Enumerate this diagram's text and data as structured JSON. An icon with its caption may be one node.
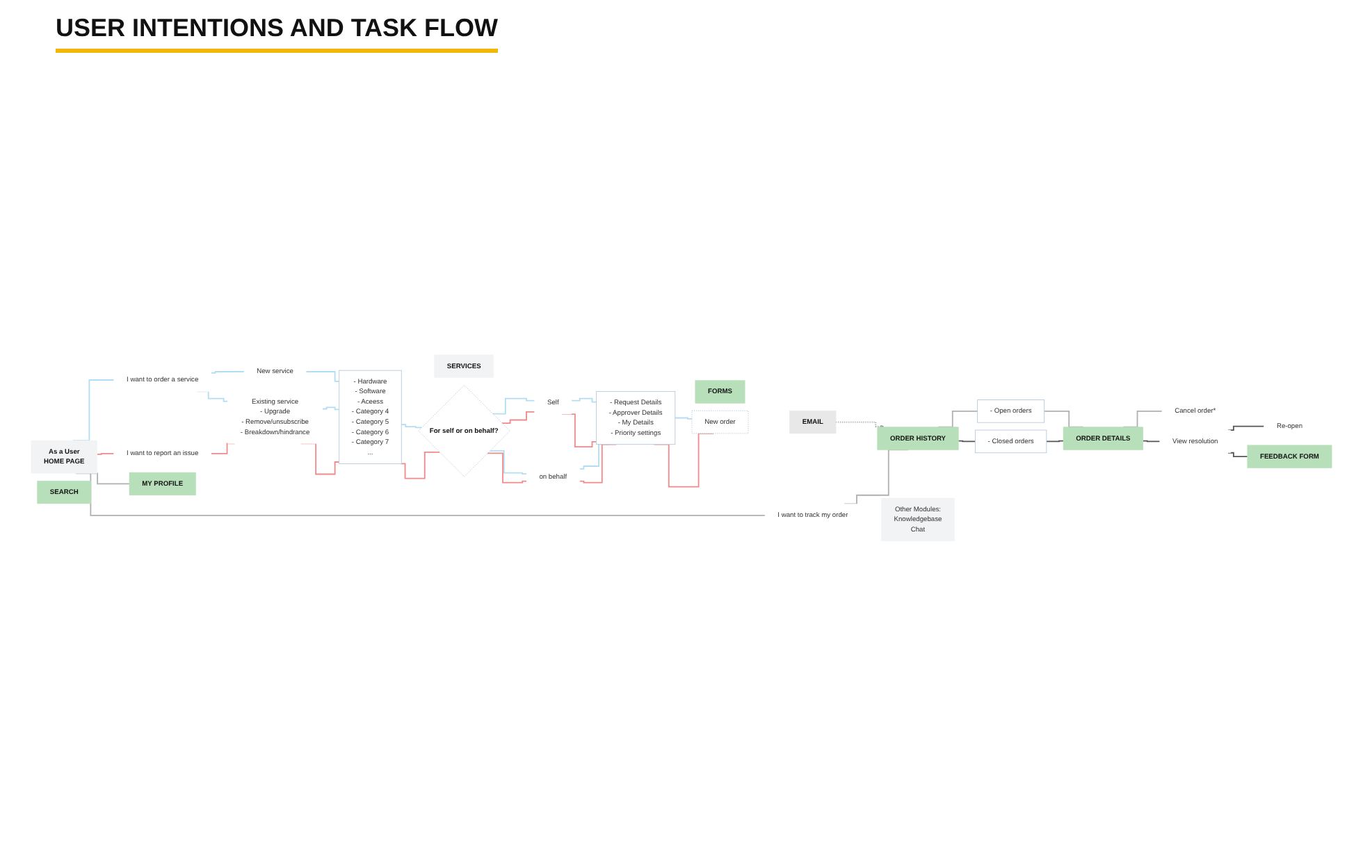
{
  "diagram": {
    "title": "USER INTENTIONS AND TASK FLOW",
    "nodes": [
      {
        "text": [
          "As a User",
          "HOME PAGE"
        ]
      },
      {
        "text": [
          "SEARCH"
        ]
      },
      {
        "text": [
          "I want to order a service"
        ]
      },
      {
        "text": [
          "I want to report an issue"
        ]
      },
      {
        "text": [
          "I want to track my order"
        ]
      },
      {
        "text": [
          "MY PROFILE"
        ]
      },
      {
        "text": [
          "New service"
        ]
      },
      {
        "text": [
          "Existing service",
          "- Upgrade",
          "- Remove/unsubscribe",
          "- Breakdown/hindrance"
        ]
      },
      {
        "text": [
          "- Hardware",
          "- Software",
          "- Aceess",
          "- Category 4",
          "- Category 5",
          "- Category 6",
          "- Category 7",
          "..."
        ]
      },
      {
        "text": [
          "SERVICES"
        ]
      },
      {
        "text": [
          "For self or on behalf?"
        ]
      },
      {
        "text": [
          "Self"
        ]
      },
      {
        "text": [
          "on behalf"
        ]
      },
      {
        "text": [
          "- Request Details",
          "- Approver Details",
          "- My Details",
          "- Priority settings"
        ]
      },
      {
        "text": [
          "FORMS"
        ]
      },
      {
        "text": [
          "New order"
        ]
      },
      {
        "text": [
          "EMAIL"
        ]
      },
      {
        "text": [
          "ORDER HISTORY"
        ]
      },
      {
        "text": [
          "- Open orders"
        ]
      },
      {
        "text": [
          "- Closed orders"
        ]
      },
      {
        "text": [
          "ORDER DETAILS"
        ]
      },
      {
        "text": [
          "Cancel order*"
        ]
      },
      {
        "text": [
          "View resolution"
        ]
      },
      {
        "text": [
          "Re-open"
        ]
      },
      {
        "text": [
          "FEEDBACK FORM"
        ]
      },
      {
        "text": [
          "Other Modules:",
          "Knowledgebase",
          "Chat"
        ]
      }
    ],
    "edges": [
      {
        "from": 0,
        "to": 2,
        "arrow": "none",
        "color": "#b3ddf2"
      },
      {
        "from": 0,
        "to": 3,
        "arrow": "none",
        "color": "#f08a8a"
      },
      {
        "from": 0,
        "to": 4,
        "arrow": "none",
        "color": "#b0b0b0"
      },
      {
        "from": 0,
        "to": 5,
        "arrow": "none",
        "color": "#b0b0b0"
      },
      {
        "from": 2,
        "to": 6,
        "arrow": "none",
        "color": "#b3ddf2"
      },
      {
        "from": 2,
        "to": 7,
        "arrow": "none",
        "color": "#b3ddf2"
      },
      {
        "from": 3,
        "to": 7,
        "arrow": "none",
        "color": "#f08a8a"
      },
      {
        "from": 6,
        "to": 8,
        "arrow": "none",
        "color": "#b3ddf2"
      },
      {
        "from": 7,
        "to": 8,
        "arrow": "none",
        "color": "#b3ddf2"
      },
      {
        "from": 7,
        "to": 8,
        "arrow": "none",
        "color": "#f08a8a"
      },
      {
        "from": 8,
        "to": 10,
        "arrow": "none",
        "color": "#b3ddf2"
      },
      {
        "from": 8,
        "to": 10,
        "arrow": "none",
        "color": "#f08a8a"
      },
      {
        "from": 10,
        "to": 11,
        "arrow": "none",
        "color": "#b3ddf2"
      },
      {
        "from": 10,
        "to": 11,
        "arrow": "none",
        "color": "#f08a8a"
      },
      {
        "from": 10,
        "to": 12,
        "arrow": "none",
        "color": "#b3ddf2"
      },
      {
        "from": 10,
        "to": 12,
        "arrow": "none",
        "color": "#f08a8a"
      },
      {
        "from": 11,
        "to": 13,
        "arrow": "none",
        "color": "#b3ddf2"
      },
      {
        "from": 11,
        "to": 13,
        "arrow": "none",
        "color": "#f08a8a"
      },
      {
        "from": 12,
        "to": 13,
        "arrow": "none",
        "color": "#b3ddf2"
      },
      {
        "from": 12,
        "to": 13,
        "arrow": "none",
        "color": "#f08a8a"
      },
      {
        "from": 13,
        "to": 15,
        "arrow": "none",
        "color": "#b3ddf2"
      },
      {
        "from": 13,
        "to": 15,
        "arrow": "none",
        "color": "#f08a8a"
      },
      {
        "from": 16,
        "to": 17,
        "arrow": "to",
        "style": "dashed",
        "color": "#9aa0a6"
      },
      {
        "from": 4,
        "to": 17,
        "arrow": "none",
        "color": "#b0b0b0"
      },
      {
        "from": 17,
        "to": 18,
        "arrow": "none",
        "color": "#b0b0b0"
      },
      {
        "from": 17,
        "to": 19,
        "arrow": "none",
        "color": "#555555"
      },
      {
        "from": 18,
        "to": 20,
        "arrow": "none",
        "color": "#b0b0b0"
      },
      {
        "from": 19,
        "to": 20,
        "arrow": "none",
        "color": "#555555"
      },
      {
        "from": 20,
        "to": 21,
        "arrow": "none",
        "color": "#b0b0b0"
      },
      {
        "from": 20,
        "to": 22,
        "arrow": "none",
        "color": "#555555"
      },
      {
        "from": 22,
        "to": 23,
        "arrow": "none",
        "color": "#555555"
      },
      {
        "from": 22,
        "to": 24,
        "arrow": "none",
        "color": "#555555"
      }
    ]
  }
}
